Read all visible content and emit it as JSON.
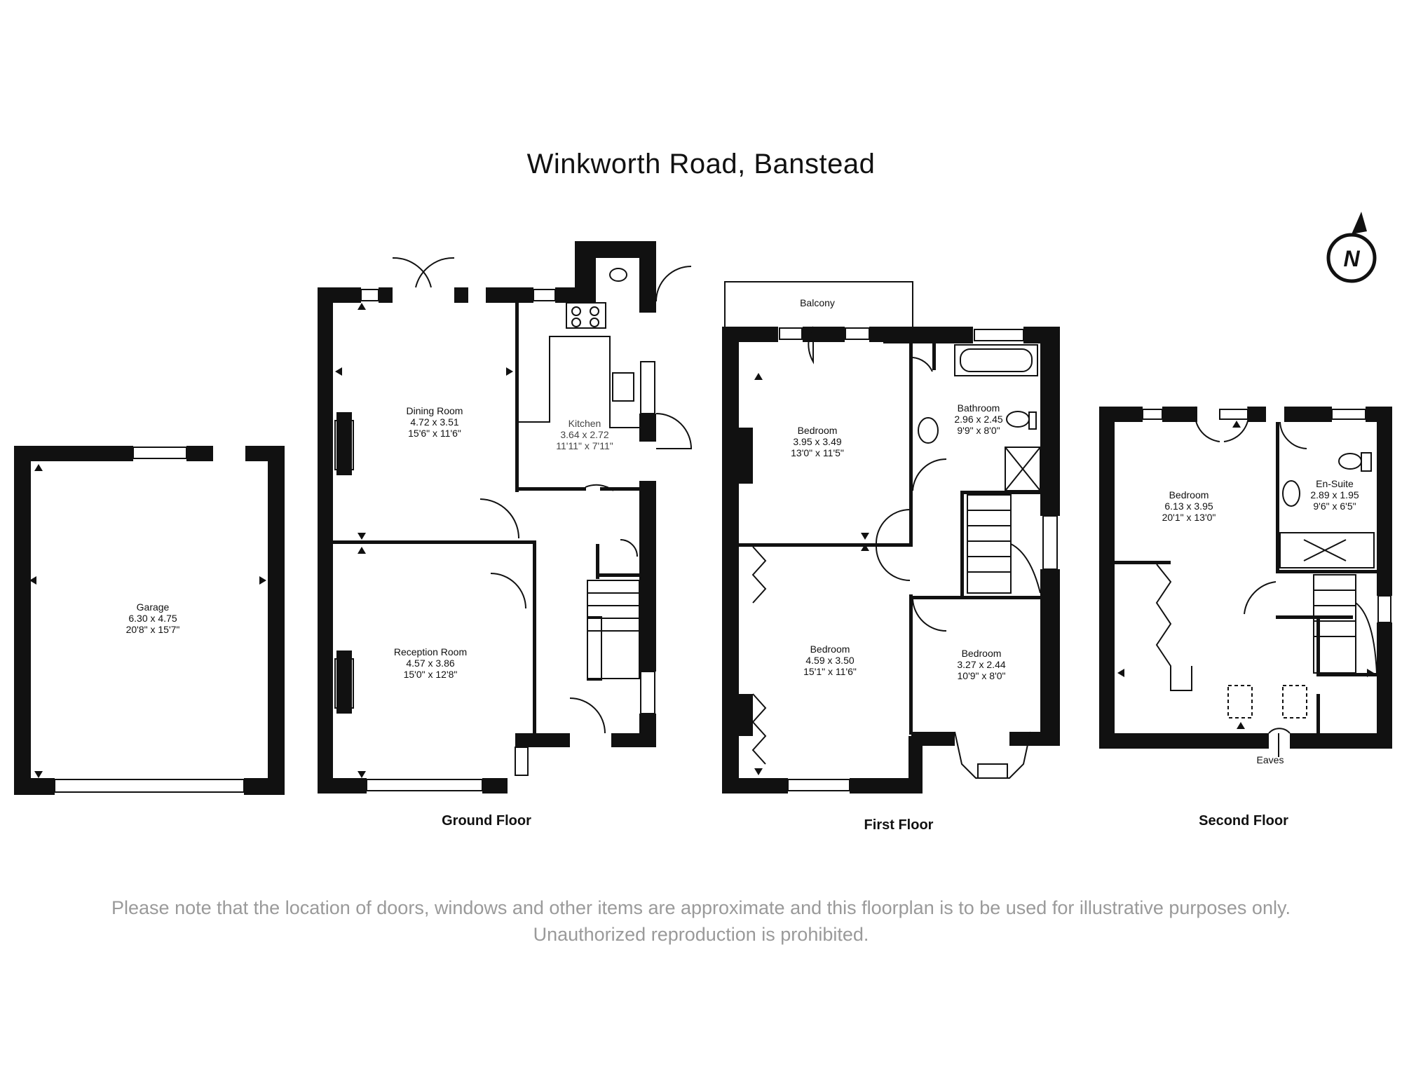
{
  "title": "Winkworth Road, Banstead",
  "floors": {
    "ground": "Ground Floor",
    "first": "First Floor",
    "second": "Second Floor"
  },
  "rooms": {
    "garage": {
      "name": "Garage",
      "metric": "6.30 x 4.75",
      "imperial": "20'8\" x 15'7\""
    },
    "dining": {
      "name": "Dining Room",
      "metric": "4.72 x 3.51",
      "imperial": "15'6\" x 11'6\""
    },
    "kitchen": {
      "name": "Kitchen",
      "metric": "3.64 x 2.72",
      "imperial": "11'11\" x 7'11\""
    },
    "reception": {
      "name": "Reception Room",
      "metric": "4.57 x 3.86",
      "imperial": "15'0\" x 12'8\""
    },
    "bed1": {
      "name": "Bedroom",
      "metric": "3.95 x 3.49",
      "imperial": "13'0\" x 11'5\""
    },
    "bathroom": {
      "name": "Bathroom",
      "metric": "2.96 x 2.45",
      "imperial": "9'9\" x 8'0\""
    },
    "bed2": {
      "name": "Bedroom",
      "metric": "4.59 x 3.50",
      "imperial": "15'1\" x 11'6\""
    },
    "bed3": {
      "name": "Bedroom",
      "metric": "3.27 x 2.44",
      "imperial": "10'9\" x 8'0\""
    },
    "bed4": {
      "name": "Bedroom",
      "metric": "6.13 x 3.95",
      "imperial": "20'1\" x 13'0\""
    },
    "ensuite": {
      "name": "En-Suite",
      "metric": "2.89 x 1.95",
      "imperial": "9'6\" x 6'5\""
    }
  },
  "labels": {
    "balcony": "Balcony",
    "eaves": "Eaves",
    "north": "N"
  },
  "disclaimer": "Please note that the location of doors, windows and other items are approximate and this floorplan is to be used for illustrative purposes only. Unauthorized reproduction is prohibited."
}
